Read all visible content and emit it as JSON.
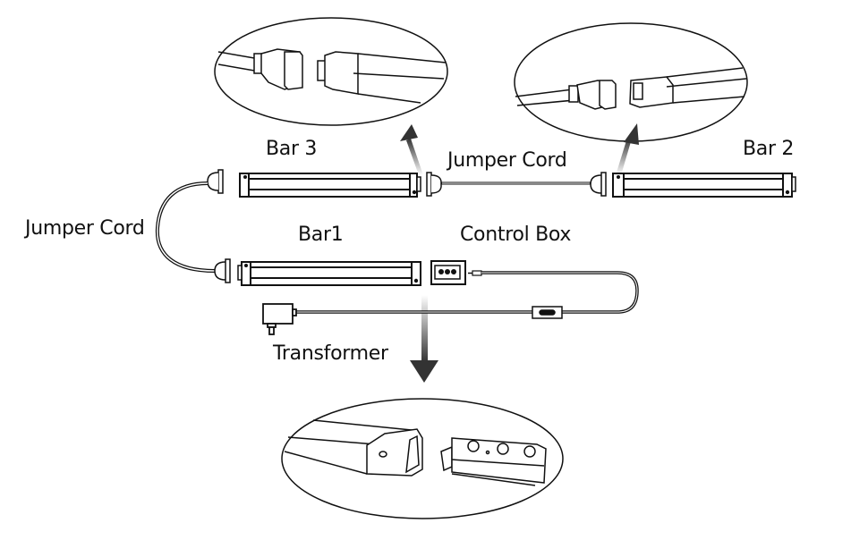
{
  "diagram": {
    "title": "",
    "colors": {
      "line": "#111111",
      "background": "#ffffff",
      "arrow": "#333333"
    },
    "labels": {
      "bar3": "Bar 3",
      "bar2": "Bar 2",
      "bar1": "Bar1",
      "jumper_cord_top": "Jumper Cord",
      "jumper_cord_left": "Jumper Cord",
      "control_box": "Control Box",
      "transformer": "Transformer"
    },
    "components": [
      {
        "id": "bar1",
        "type": "light-bar"
      },
      {
        "id": "bar2",
        "type": "light-bar"
      },
      {
        "id": "bar3",
        "type": "light-bar"
      },
      {
        "id": "jumper-cord-top",
        "type": "cable",
        "connects": [
          "bar3",
          "bar2"
        ]
      },
      {
        "id": "jumper-cord-left",
        "type": "cable",
        "connects": [
          "bar3",
          "bar1"
        ]
      },
      {
        "id": "control-box",
        "type": "controller",
        "connects": [
          "bar1",
          "switch"
        ]
      },
      {
        "id": "inline-switch",
        "type": "switch"
      },
      {
        "id": "transformer",
        "type": "power-adapter",
        "connects": [
          "inline-switch"
        ]
      }
    ],
    "detail_views": [
      {
        "id": "detail-bar3-connector",
        "depicts": "jumper plug into Bar 3 end"
      },
      {
        "id": "detail-bar2-connector",
        "depicts": "jumper plug into Bar 2 end"
      },
      {
        "id": "detail-bar1-controlbox",
        "depicts": "Bar 1 end joining Control Box"
      }
    ]
  }
}
